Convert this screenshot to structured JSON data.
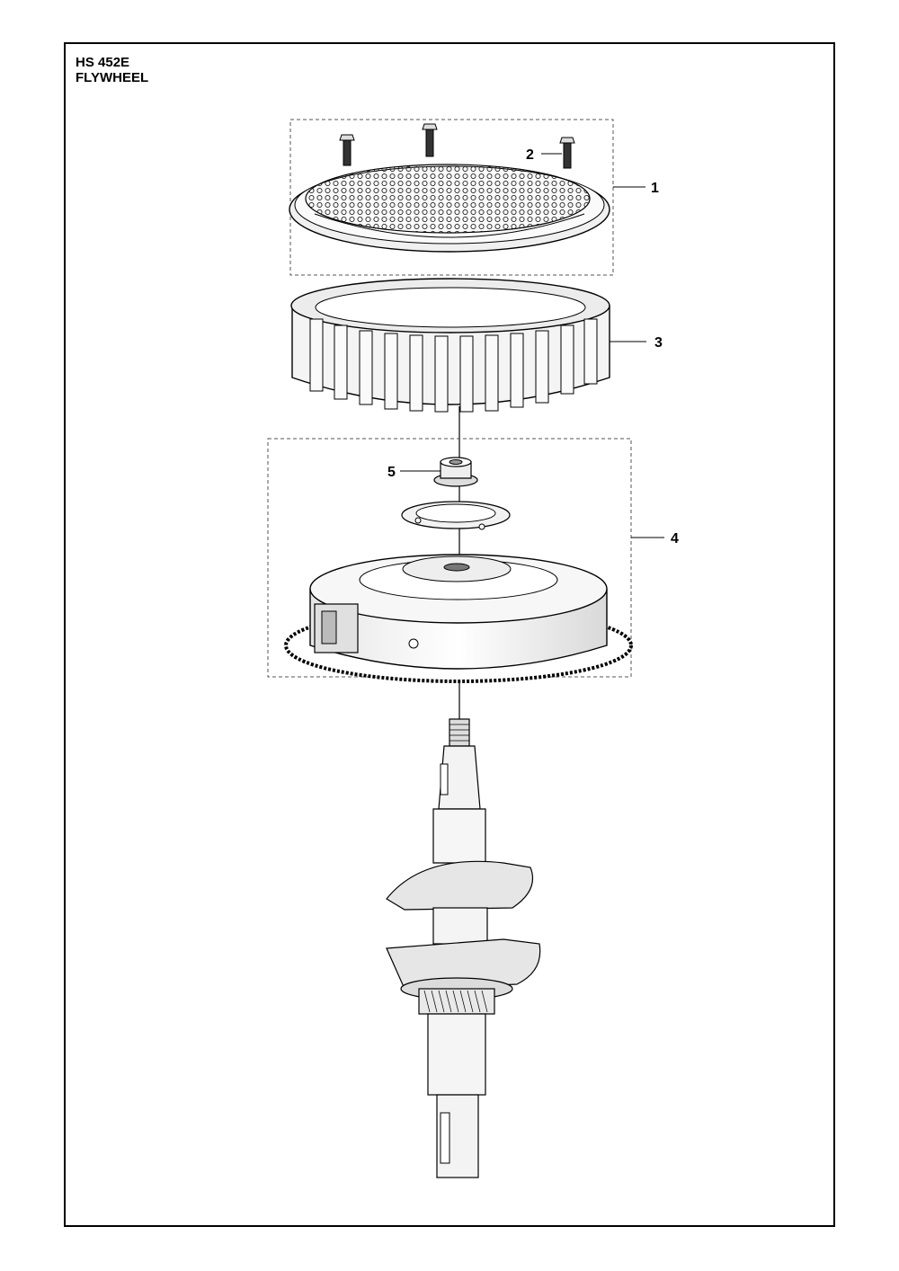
{
  "header": {
    "model": "HS 452E",
    "section": "FLYWHEEL"
  },
  "callouts": [
    {
      "id": "callout-1",
      "label": "1"
    },
    {
      "id": "callout-2",
      "label": "2"
    },
    {
      "id": "callout-3",
      "label": "3"
    },
    {
      "id": "callout-4",
      "label": "4"
    },
    {
      "id": "callout-5",
      "label": "5"
    }
  ]
}
